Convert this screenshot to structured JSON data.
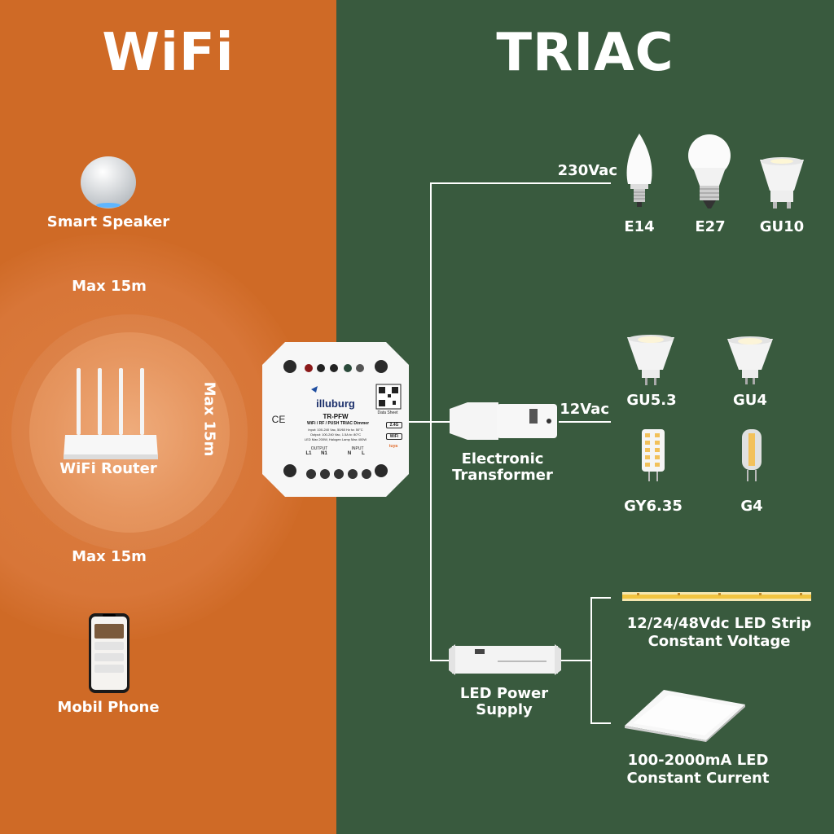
{
  "colors": {
    "wifi_bg": "#cf6a26",
    "triac_bg": "#395a3e",
    "text": "#ffffff"
  },
  "wifi": {
    "title": "WiFi",
    "smart_speaker": "Smart Speaker",
    "range_top": "Max 15m",
    "range_side": "Max 15m",
    "range_bottom": "Max 15m",
    "router": "WiFi Router",
    "phone": "Mobil Phone"
  },
  "triac": {
    "title": "TRIAC",
    "voltage_230": "230Vac",
    "voltage_12": "12Vac",
    "electronic_transformer": [
      "Electronic",
      "Transformer"
    ],
    "led_power_supply": [
      "LED Power",
      "Supply"
    ],
    "bulbs_230": [
      "E14",
      "E27",
      "GU10"
    ],
    "bulbs_12_row1": [
      "GU5.3",
      "GU4"
    ],
    "bulbs_12_row2": [
      "GY6.35",
      "G4"
    ],
    "strip_label": [
      "12/24/48Vdc LED Strip",
      "Constant Voltage"
    ],
    "panel_label": [
      "100-2000mA LED",
      "Constant Current"
    ]
  },
  "device": {
    "brand": "illuburg",
    "model": "TR-PFW",
    "subtitle": "WiFi / RF / PUSH TRIAC Dimmer",
    "spec_lines": [
      "Input: 100-240 Vac, 50/60 Hz    ta: 50°C",
      "Output: 100-240 Vac, 1.5A    tc: 80°C",
      "LED Max 200W, Halogen Lamp Max 400W"
    ],
    "output_label": "OUTPUT",
    "input_label": "INPUT",
    "terminals": [
      "L1",
      "N1",
      "N",
      "L"
    ],
    "data_sheet": "Data Sheet",
    "band": "2.4G",
    "wifi_badge": "WiFi",
    "tuya_badge": "tuya",
    "ce_mark": "CE"
  }
}
